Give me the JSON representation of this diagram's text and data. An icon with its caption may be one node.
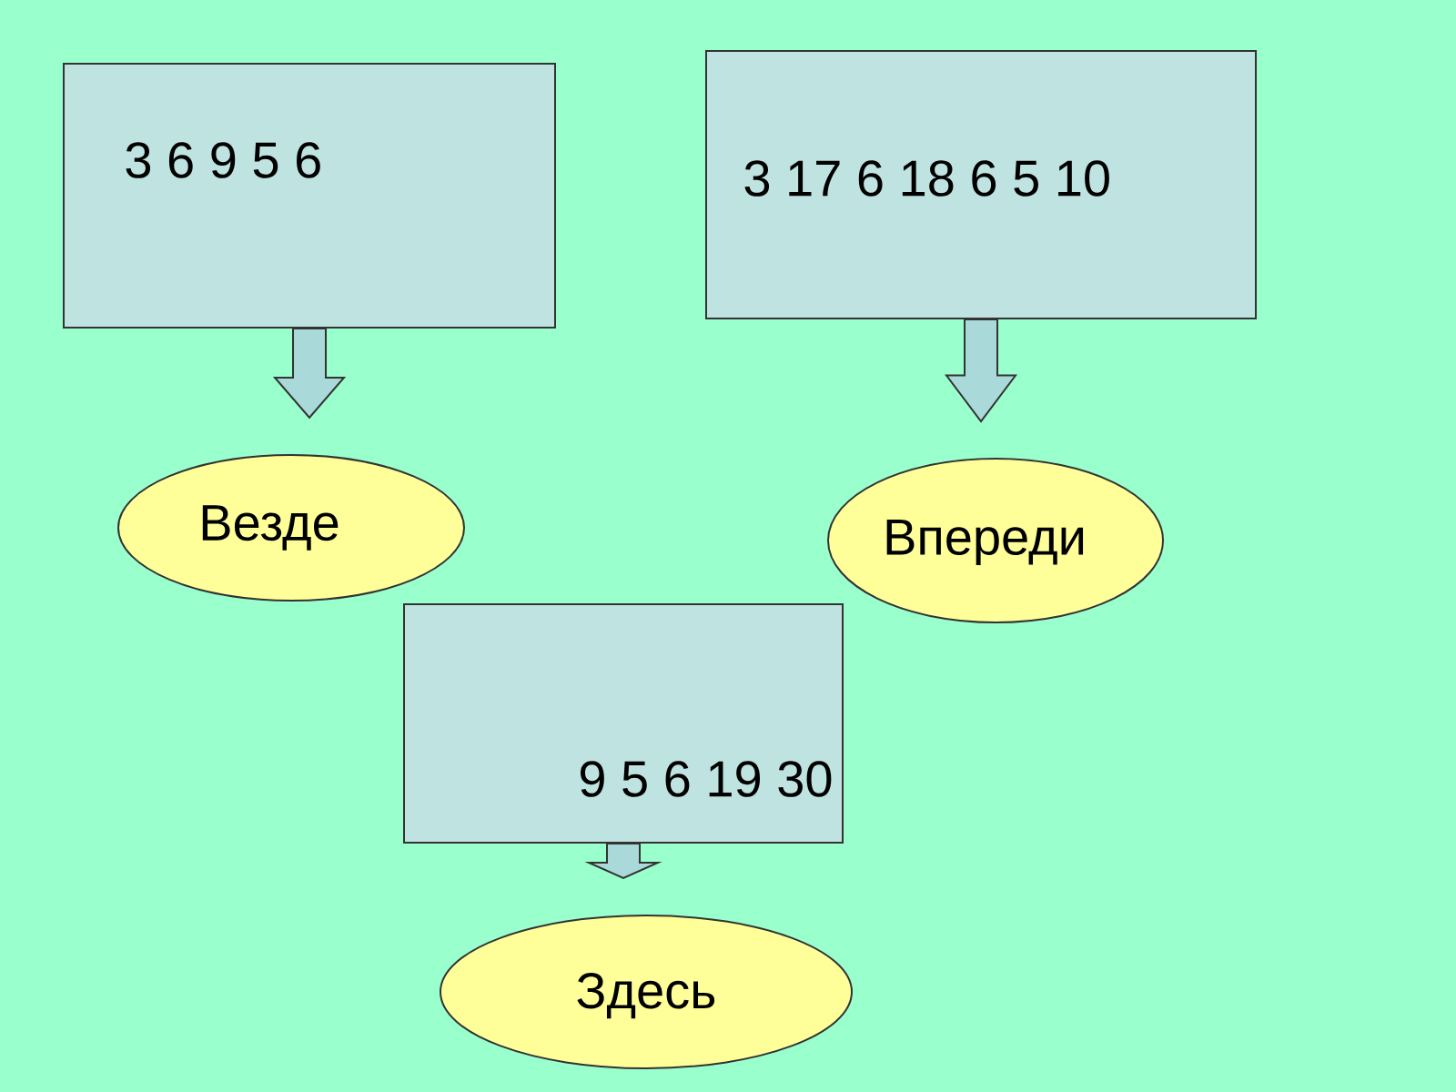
{
  "diagram": {
    "nodes": [
      {
        "text": [
          "3 6 9 5 6"
        ]
      },
      {
        "text": [
          "3 17 6 18 6 5 10"
        ]
      },
      {
        "text": [
          "Везде"
        ]
      },
      {
        "text": [
          "Впереди"
        ]
      },
      {
        "text": [
          "9 5 6 19 30"
        ]
      },
      {
        "text": [
          "Здесь"
        ]
      }
    ],
    "edges": [
      {
        "from": 0,
        "to": 2,
        "arrow": "to"
      },
      {
        "from": 1,
        "to": 3,
        "arrow": "to"
      },
      {
        "from": 4,
        "to": 5,
        "arrow": "to"
      }
    ]
  }
}
